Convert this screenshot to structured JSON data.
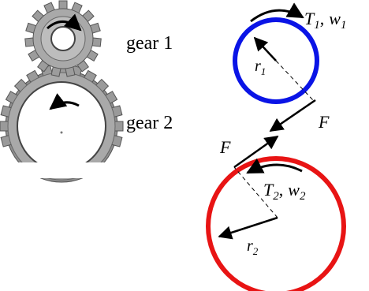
{
  "left_panel": {
    "gear1_label": "gear 1",
    "gear2_label": "gear 2"
  },
  "right_panel": {
    "top_torque": {
      "T": "T",
      "T_sub": "1",
      "sep": ",",
      "w": "w",
      "w_sub": "1"
    },
    "top_radius": {
      "r": "r",
      "r_sub": "1"
    },
    "force_top": "F",
    "force_bottom": "F",
    "bottom_torque": {
      "T": "T",
      "T_sub": "2",
      "sep": ",",
      "w": "w",
      "w_sub": "2"
    },
    "bottom_radius": {
      "r": "r",
      "r_sub": "2"
    }
  },
  "colors": {
    "gear1_circle": "#0a14e6",
    "gear2_circle": "#e81414",
    "gear_fill": "#a6a6a6",
    "gear_dark": "#5a5a5a",
    "ink": "#000000"
  }
}
